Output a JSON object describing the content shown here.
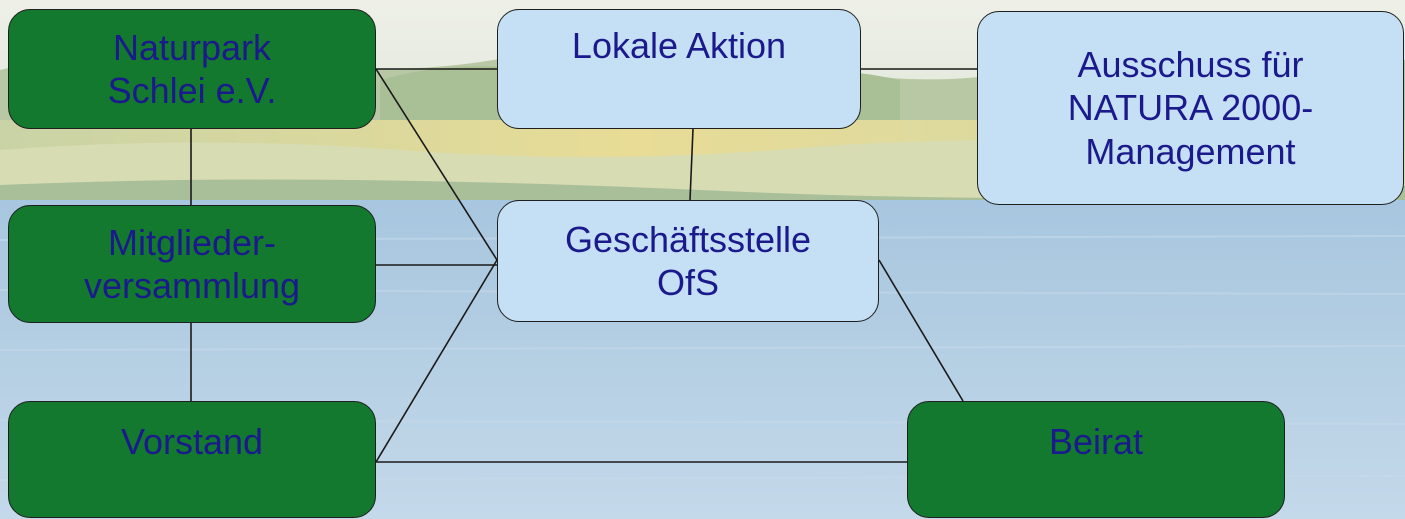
{
  "colors": {
    "green_box": "#13792e",
    "blue_box": "#c5dff4",
    "text": "#1b1a8c",
    "connector": "#1a1a1a"
  },
  "background": "lake landscape photo (blue water, green trees, yellow field, pale sky)",
  "nodes": {
    "naturpark": {
      "lines": [
        "Naturpark",
        "Schlei e.V."
      ]
    },
    "lokale": {
      "lines": [
        "Lokale Aktion"
      ]
    },
    "ausschuss": {
      "lines": [
        "Ausschuss für",
        "NATURA 2000-",
        "Management"
      ]
    },
    "mitglieder": {
      "lines": [
        "Mitglieder-",
        "versammlung"
      ]
    },
    "geschaeft": {
      "lines": [
        "Geschäftsstelle",
        "OfS"
      ]
    },
    "vorstand": {
      "lines": [
        "Vorstand"
      ]
    },
    "beirat": {
      "lines": [
        "Beirat"
      ]
    }
  }
}
